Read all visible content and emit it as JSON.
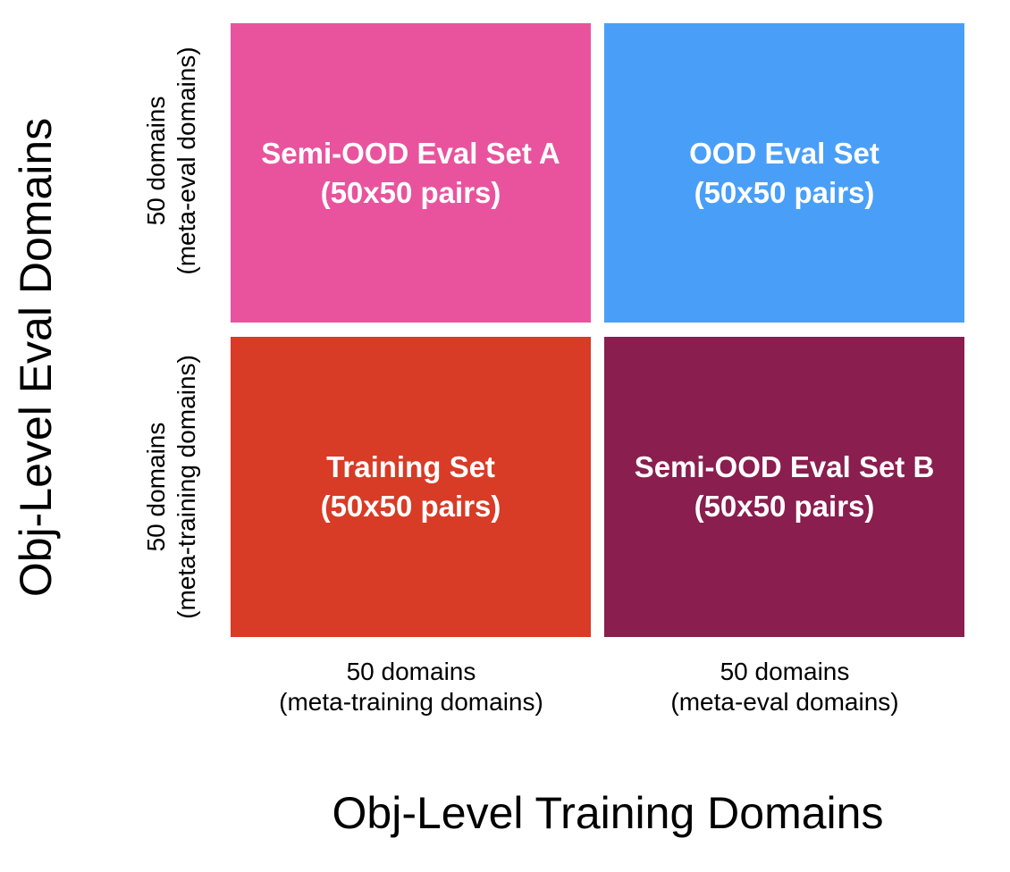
{
  "grid": {
    "cells": [
      {
        "title": "Semi-OOD Eval Set A",
        "subtitle": "(50x50 pairs)",
        "color": "#E9539D"
      },
      {
        "title": "OOD Eval Set",
        "subtitle": "(50x50 pairs)",
        "color": "#499FF8"
      },
      {
        "title": "Training Set",
        "subtitle": "(50x50 pairs)",
        "color": "#D83B26"
      },
      {
        "title": "Semi-OOD Eval Set B",
        "subtitle": "(50x50 pairs)",
        "color": "#891E4F"
      }
    ]
  },
  "x_axis": {
    "title": "Obj-Level Training Domains",
    "labels": [
      {
        "line1": "50 domains",
        "line2": "(meta-training domains)"
      },
      {
        "line1": "50 domains",
        "line2": "(meta-eval domains)"
      }
    ]
  },
  "y_axis": {
    "title": "Obj-Level Eval Domains",
    "labels": [
      {
        "line1": "50 domains",
        "line2": "(meta-eval domains)"
      },
      {
        "line1": "50 domains",
        "line2": "(meta-training domains)"
      }
    ]
  }
}
